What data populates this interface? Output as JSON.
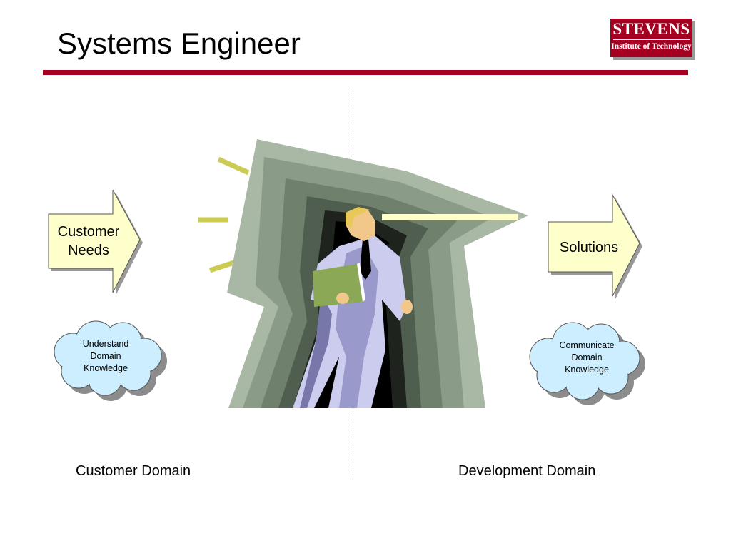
{
  "slide": {
    "title": "Systems Engineer"
  },
  "logo": {
    "name": "STEVENS",
    "subtitle": "Institute of Technology",
    "color": "#a50021"
  },
  "left": {
    "arrow_label": "Customer Needs",
    "cloud_label": "Understand Domain Knowledge",
    "domain_label": "Customer Domain"
  },
  "right": {
    "arrow_label": "Solutions",
    "cloud_label": "Communicate Domain Knowledge",
    "domain_label": "Development Domain"
  },
  "colors": {
    "accent_rule": "#a50021",
    "arrow_fill": "#ffffcc",
    "cloud_fill": "#cceeff",
    "shadow": "#9a9a9a"
  }
}
